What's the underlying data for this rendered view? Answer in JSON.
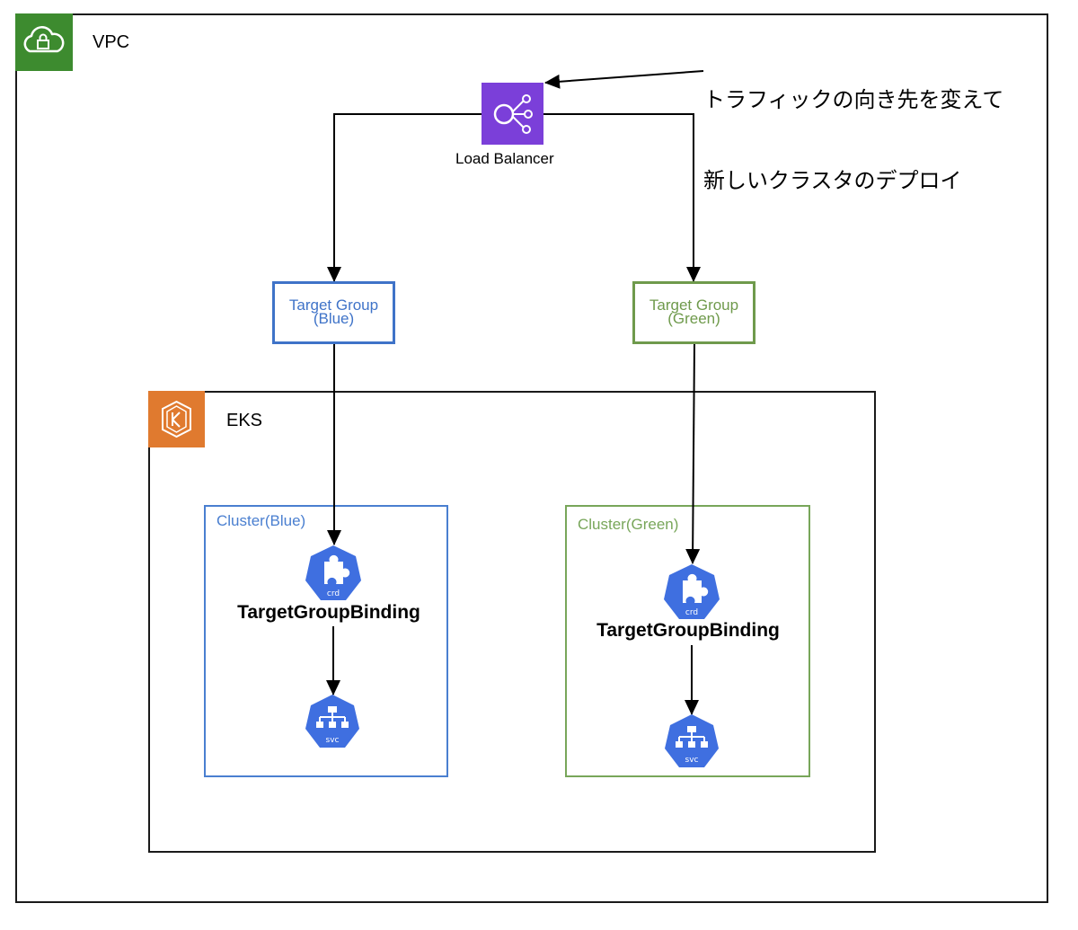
{
  "vpc": {
    "label": "VPC",
    "icon": "vpc-cloud-lock-icon",
    "color": "#3d8b2f"
  },
  "eks": {
    "label": "EKS",
    "icon": "eks-kubernetes-icon",
    "color": "#e07a2f"
  },
  "load_balancer": {
    "label": "Load Balancer",
    "icon": "elastic-load-balancer-icon",
    "color": "#7b3fd9"
  },
  "annotation": {
    "line1": "トラフィックの向き先を変えて",
    "line2": "新しいクラスタのデプロイ"
  },
  "target_groups": {
    "blue": {
      "line1": "Target Group",
      "line2": "(Blue)",
      "color": "#3f73c8"
    },
    "green": {
      "line1": "Target Group",
      "line2": "(Green)",
      "color": "#6f9a4c"
    }
  },
  "clusters": {
    "blue": {
      "label": "Cluster(Blue)",
      "binding": "TargetGroupBinding",
      "crd_text": "crd",
      "svc_text": "svc"
    },
    "green": {
      "label": "Cluster(Green)",
      "binding": "TargetGroupBinding",
      "crd_text": "crd",
      "svc_text": "svc"
    }
  },
  "k8s_icon_color": "#3f6fe0"
}
